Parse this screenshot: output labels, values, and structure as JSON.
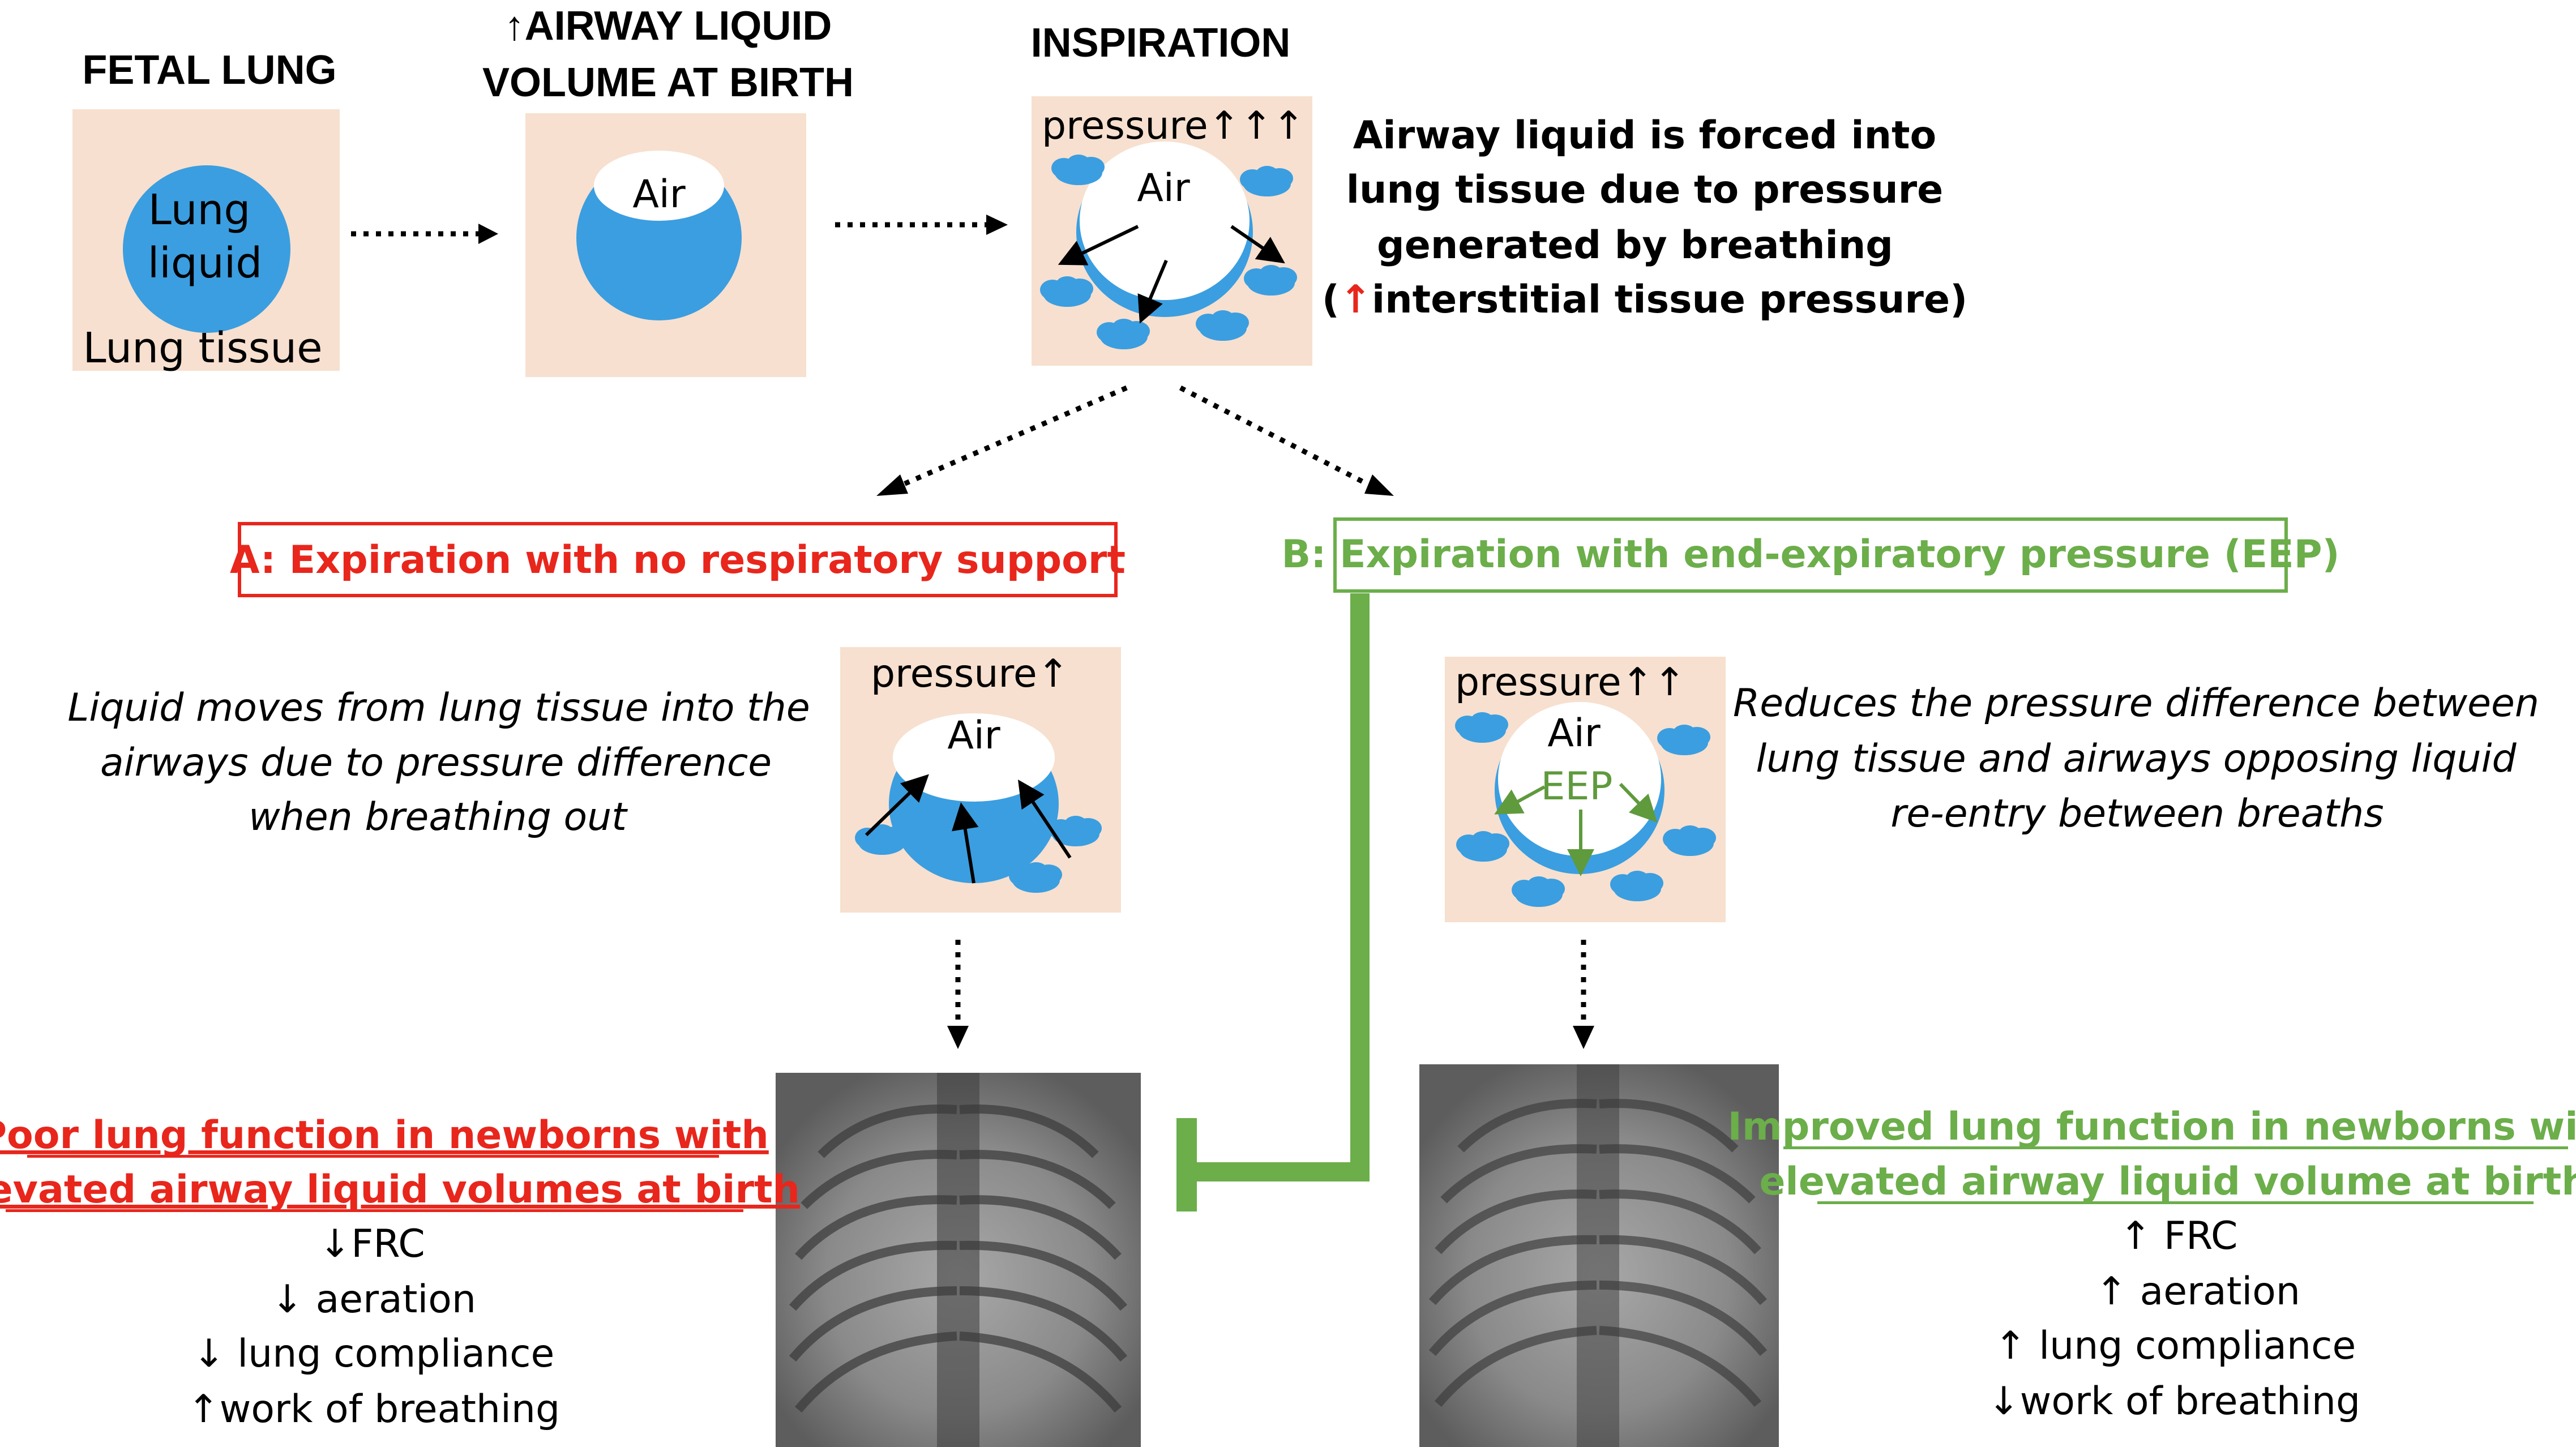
{
  "colors": {
    "tissue": "#f7e0cf",
    "liquid": "#3b9ee0",
    "red": "#e8261c",
    "green": "#6bae4a",
    "xray_bg": "#6f6f6f"
  },
  "top": {
    "fetal_title": "FETAL LUNG",
    "fetal_liquid_line1": "Lung",
    "fetal_liquid_line2": "liquid",
    "fetal_tissue": "Lung tissue",
    "birth_title_line1": "↑AIRWAY LIQUID",
    "birth_title_line2": "VOLUME AT BIRTH",
    "air": "Air",
    "inspiration_title": "INSPIRATION",
    "inspiration_pressure": "pressure↑↑↑",
    "inspiration_desc_line1": "Airway liquid is forced into",
    "inspiration_desc_line2": "lung tissue due to pressure",
    "inspiration_desc_line3": "generated by breathing",
    "inspiration_desc_line4_open": "(",
    "inspiration_desc_line4_arrow": "↑",
    "inspiration_desc_line4_rest": "interstitial tissue pressure)"
  },
  "branch_a": {
    "label": "A: Expiration with no respiratory support",
    "pressure": "pressure↑",
    "air": "Air",
    "desc_line1": "Liquid moves from lung tissue into the",
    "desc_line2": "airways due to pressure difference",
    "desc_line3": "when breathing out",
    "outcome_line1": "Poor lung function in newborns with",
    "outcome_line2": "elevated airway liquid volumes at birth",
    "effects": [
      "↓FRC",
      "↓ aeration",
      "↓ lung compliance",
      "↑work of breathing"
    ]
  },
  "branch_b": {
    "label": "B: Expiration with end-expiratory pressure (EEP)",
    "pressure": "pressure↑↑",
    "air": "Air",
    "eep": "EEP",
    "desc_line1": "Reduces the pressure difference between",
    "desc_line2": "lung tissue and airways opposing liquid",
    "desc_line3": "re-entry between breaths",
    "outcome_line1": "Improved lung function in newborns with",
    "outcome_line2": "elevated airway liquid volume at birth",
    "effects": [
      "↑ FRC",
      "↑ aeration",
      "↑ lung compliance",
      "↓work of breathing"
    ]
  }
}
